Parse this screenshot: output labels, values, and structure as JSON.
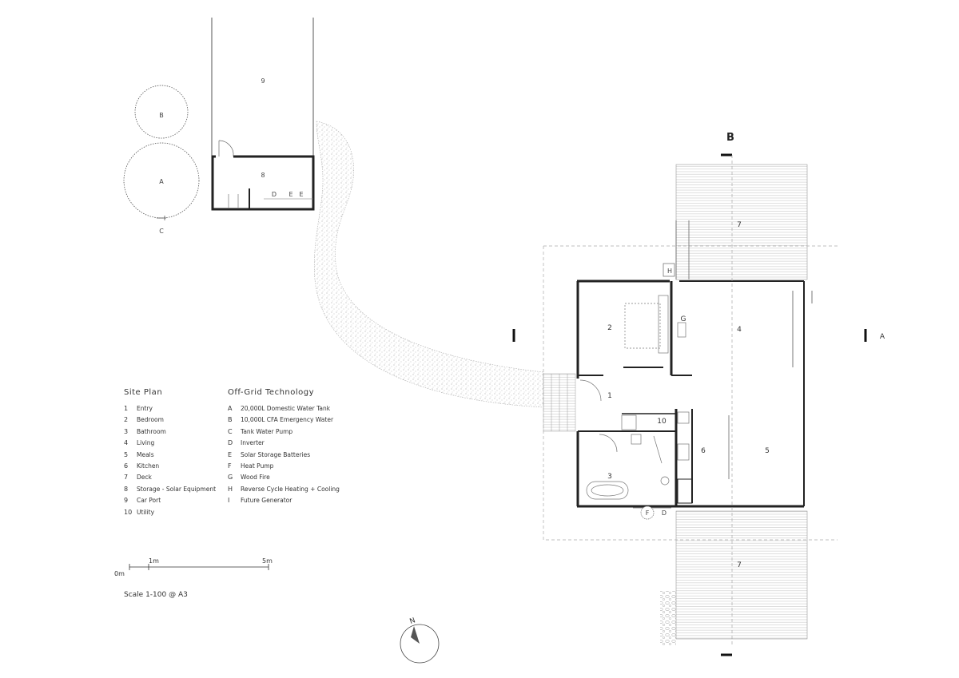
{
  "site_plan": {
    "title": "Site Plan",
    "items": [
      {
        "key": "1",
        "label": "Entry"
      },
      {
        "key": "2",
        "label": "Bedroom"
      },
      {
        "key": "3",
        "label": "Bathroom"
      },
      {
        "key": "4",
        "label": "Living"
      },
      {
        "key": "5",
        "label": "Meals"
      },
      {
        "key": "6",
        "label": "Kitchen"
      },
      {
        "key": "7",
        "label": "Deck"
      },
      {
        "key": "8",
        "label": "Storage - Solar Equipment"
      },
      {
        "key": "9",
        "label": "Car Port"
      },
      {
        "key": "10",
        "label": "Utility"
      }
    ]
  },
  "off_grid": {
    "title": "Off-Grid Technology",
    "items": [
      {
        "key": "A",
        "label": "20,000L Domestic Water Tank"
      },
      {
        "key": "B",
        "label": "10,000L CFA Emergency Water"
      },
      {
        "key": "C",
        "label": "Tank Water Pump"
      },
      {
        "key": "D",
        "label": "Inverter"
      },
      {
        "key": "E",
        "label": "Solar Storage Batteries"
      },
      {
        "key": "F",
        "label": "Heat Pump"
      },
      {
        "key": "G",
        "label": "Wood Fire"
      },
      {
        "key": "H",
        "label": "Reverse Cycle Heating + Cooling"
      },
      {
        "key": "I",
        "label": "Future Generator"
      }
    ]
  },
  "scale": {
    "zero": "0m",
    "one": "1m",
    "five": "5m",
    "caption": "Scale 1-100 @ A3"
  },
  "plan_labels": {
    "tank_b": "B",
    "tank_a": "A",
    "pump_c": "C",
    "carport": "9",
    "storage": "8",
    "inverter": "D",
    "battery_1": "E",
    "battery_2": "E",
    "room_entry": "1",
    "room_bedroom": "2",
    "room_bathroom": "3",
    "room_living": "4",
    "room_meals": "5",
    "room_kitchen": "6",
    "deck_north": "7",
    "deck_south": "7",
    "utility": "10",
    "wood_fire": "G",
    "reverse_cycle": "H",
    "heat_pump": "F",
    "inverter_house": "D",
    "section_b": "B",
    "section_a": "A",
    "north": "N"
  }
}
